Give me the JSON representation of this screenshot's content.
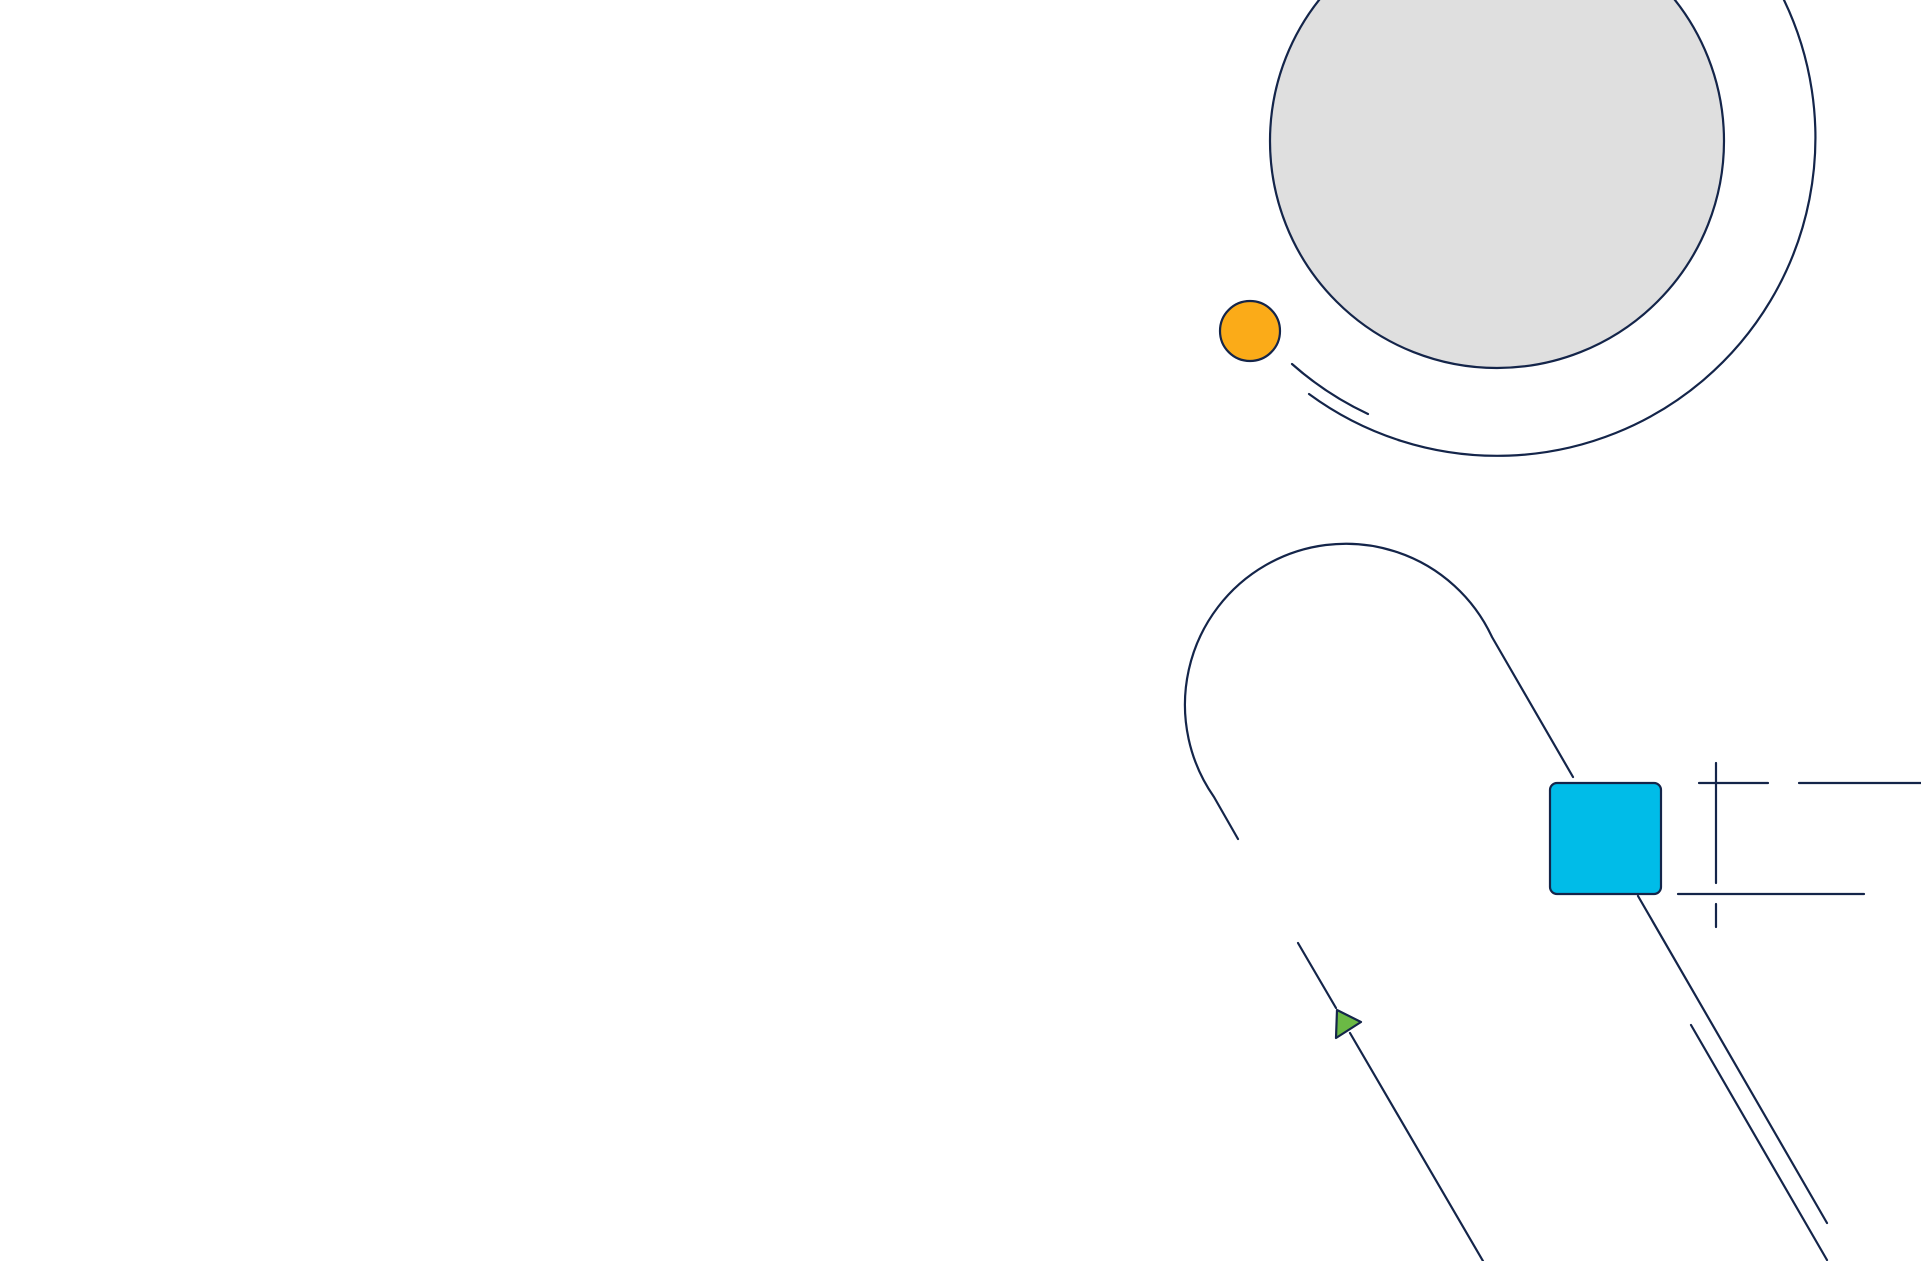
{
  "background_color": "#ffffff",
  "colors": {
    "line": "#14254a",
    "large_circle_fill": "#dfdfdf",
    "small_circle_fill": "#fbab18",
    "square_fill": "#00bce8",
    "triangle_fill": "#6bb945"
  },
  "shapes": {
    "large_circle": "circle-shape",
    "small_circle": "dot-shape",
    "square": "square-shape",
    "triangle": "triangle-shape"
  }
}
